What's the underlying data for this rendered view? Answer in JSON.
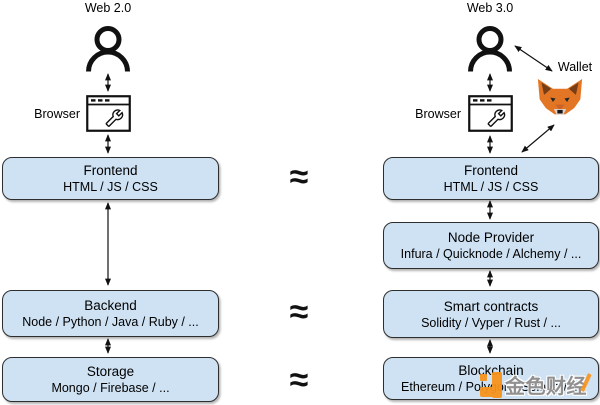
{
  "diagram": {
    "left": {
      "title": "Web 2.0",
      "browser_label": "Browser",
      "boxes": [
        {
          "title": "Frontend",
          "subtitle": "HTML / JS / CSS"
        },
        {
          "title": "Backend",
          "subtitle": "Node / Python / Java / Ruby / ..."
        },
        {
          "title": "Storage",
          "subtitle": "Mongo / Firebase / ..."
        }
      ]
    },
    "right": {
      "title": "Web 3.0",
      "browser_label": "Browser",
      "wallet_label": "Wallet",
      "boxes": [
        {
          "title": "Frontend",
          "subtitle": "HTML / JS / CSS"
        },
        {
          "title": "Node Provider",
          "subtitle": "Infura / Quicknode / Alchemy / ..."
        },
        {
          "title": "Smart contracts",
          "subtitle": "Solidity / Vyper / Rust / ..."
        },
        {
          "title": "Blockchain",
          "subtitle": "Ethereum / Polygon / Solana / ..."
        }
      ]
    },
    "approx_symbol": "≈",
    "colors": {
      "box_fill": "#cfe2f3",
      "box_border": "#2e2e2e",
      "arrow": "#111111",
      "metamask_orange": "#e27625",
      "watermark_orange": "#f7941d"
    },
    "watermark": {
      "text": "金色财经"
    }
  }
}
